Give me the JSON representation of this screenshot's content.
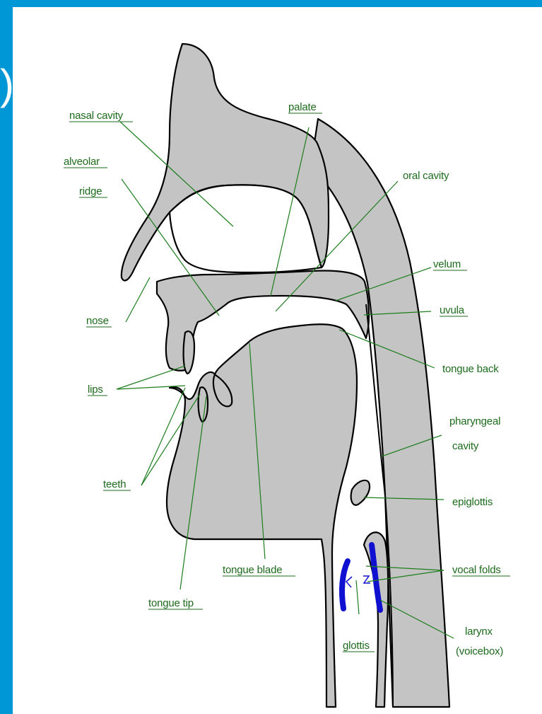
{
  "slide": {
    "corner_mark": ")"
  },
  "labels": {
    "nasal_cavity": "nasal cavity",
    "alveolar_ridge_1": "alveolar",
    "alveolar_ridge_2": "ridge",
    "nose": "nose",
    "lips": "lips",
    "teeth": "teeth",
    "tongue_tip": "tongue tip",
    "tongue_blade": "tongue blade",
    "glottis": "glottis",
    "palate": "palate",
    "oral_cavity": "oral cavity",
    "velum": "velum",
    "uvula": "uvula",
    "tongue_back": "tongue back",
    "pharyngeal_cavity_1": "pharyngeal",
    "pharyngeal_cavity_2": "cavity",
    "epiglottis": "epiglottis",
    "vocal_folds": "vocal folds",
    "larynx_1": "larynx",
    "larynx_2": "(voicebox)"
  },
  "colors": {
    "frame": "#0097d6",
    "tissue": "#c4c4c4",
    "label": "#1d6b1d",
    "vocal_folds": "#1010d0"
  }
}
